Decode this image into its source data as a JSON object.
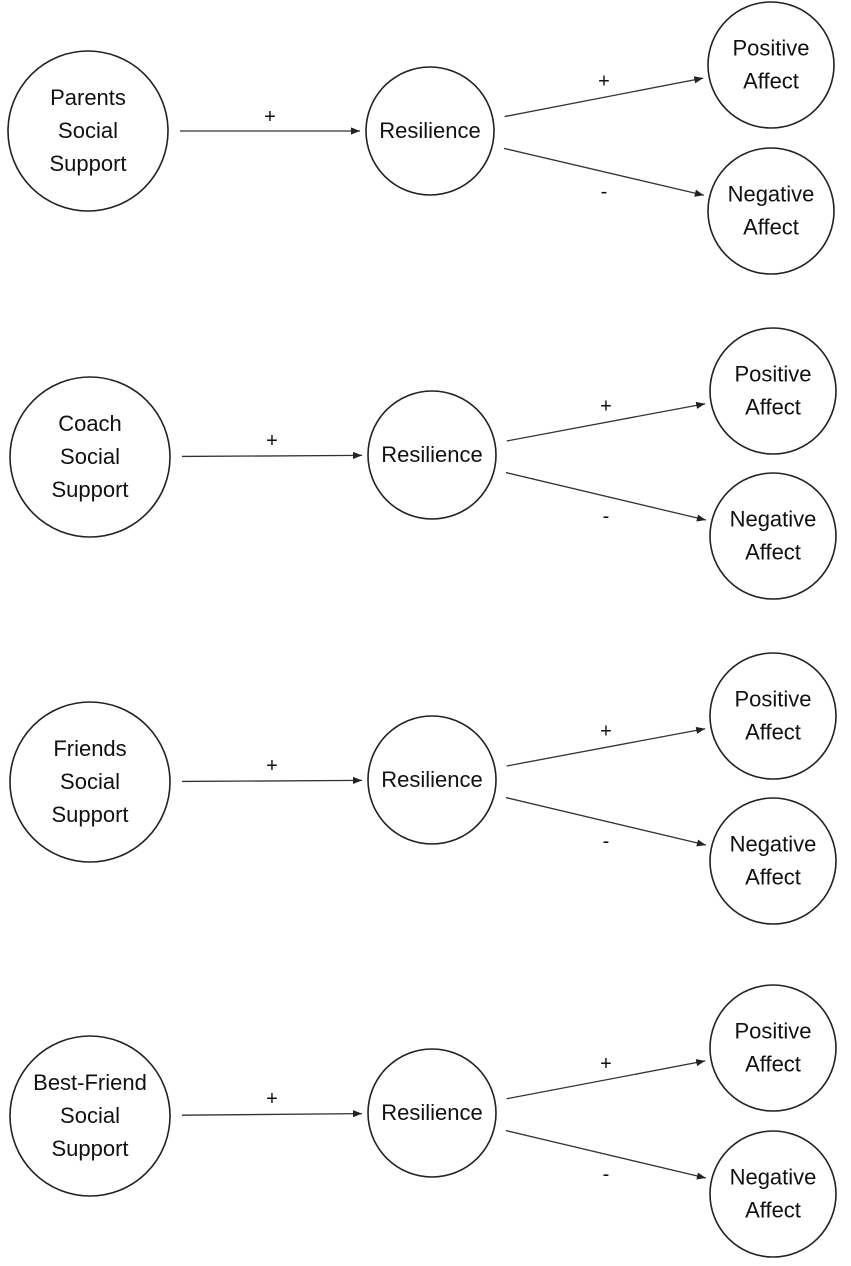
{
  "panels": [
    {
      "source": {
        "lines": [
          "Parents",
          "Social",
          "Support"
        ]
      },
      "mediator": {
        "lines": [
          "Resilience"
        ]
      },
      "outcome_positive": {
        "lines": [
          "Positive",
          "Affect"
        ]
      },
      "outcome_negative": {
        "lines": [
          "Negative",
          "Affect"
        ]
      },
      "signs": {
        "source_to_mediator": "+",
        "mediator_to_positive": "+",
        "mediator_to_negative": "-"
      }
    },
    {
      "source": {
        "lines": [
          "Coach",
          "Social",
          "Support"
        ]
      },
      "mediator": {
        "lines": [
          "Resilience"
        ]
      },
      "outcome_positive": {
        "lines": [
          "Positive",
          "Affect"
        ]
      },
      "outcome_negative": {
        "lines": [
          "Negative",
          "Affect"
        ]
      },
      "signs": {
        "source_to_mediator": "+",
        "mediator_to_positive": "+",
        "mediator_to_negative": "-"
      }
    },
    {
      "source": {
        "lines": [
          "Friends",
          "Social",
          "Support"
        ]
      },
      "mediator": {
        "lines": [
          "Resilience"
        ]
      },
      "outcome_positive": {
        "lines": [
          "Positive",
          "Affect"
        ]
      },
      "outcome_negative": {
        "lines": [
          "Negative",
          "Affect"
        ]
      },
      "signs": {
        "source_to_mediator": "+",
        "mediator_to_positive": "+",
        "mediator_to_negative": "-"
      }
    },
    {
      "source": {
        "lines": [
          "Best-Friend",
          "Social",
          "Support"
        ]
      },
      "mediator": {
        "lines": [
          "Resilience"
        ]
      },
      "outcome_positive": {
        "lines": [
          "Positive",
          "Affect"
        ]
      },
      "outcome_negative": {
        "lines": [
          "Negative",
          "Affect"
        ]
      },
      "signs": {
        "source_to_mediator": "+",
        "mediator_to_positive": "+",
        "mediator_to_negative": "-"
      }
    }
  ]
}
